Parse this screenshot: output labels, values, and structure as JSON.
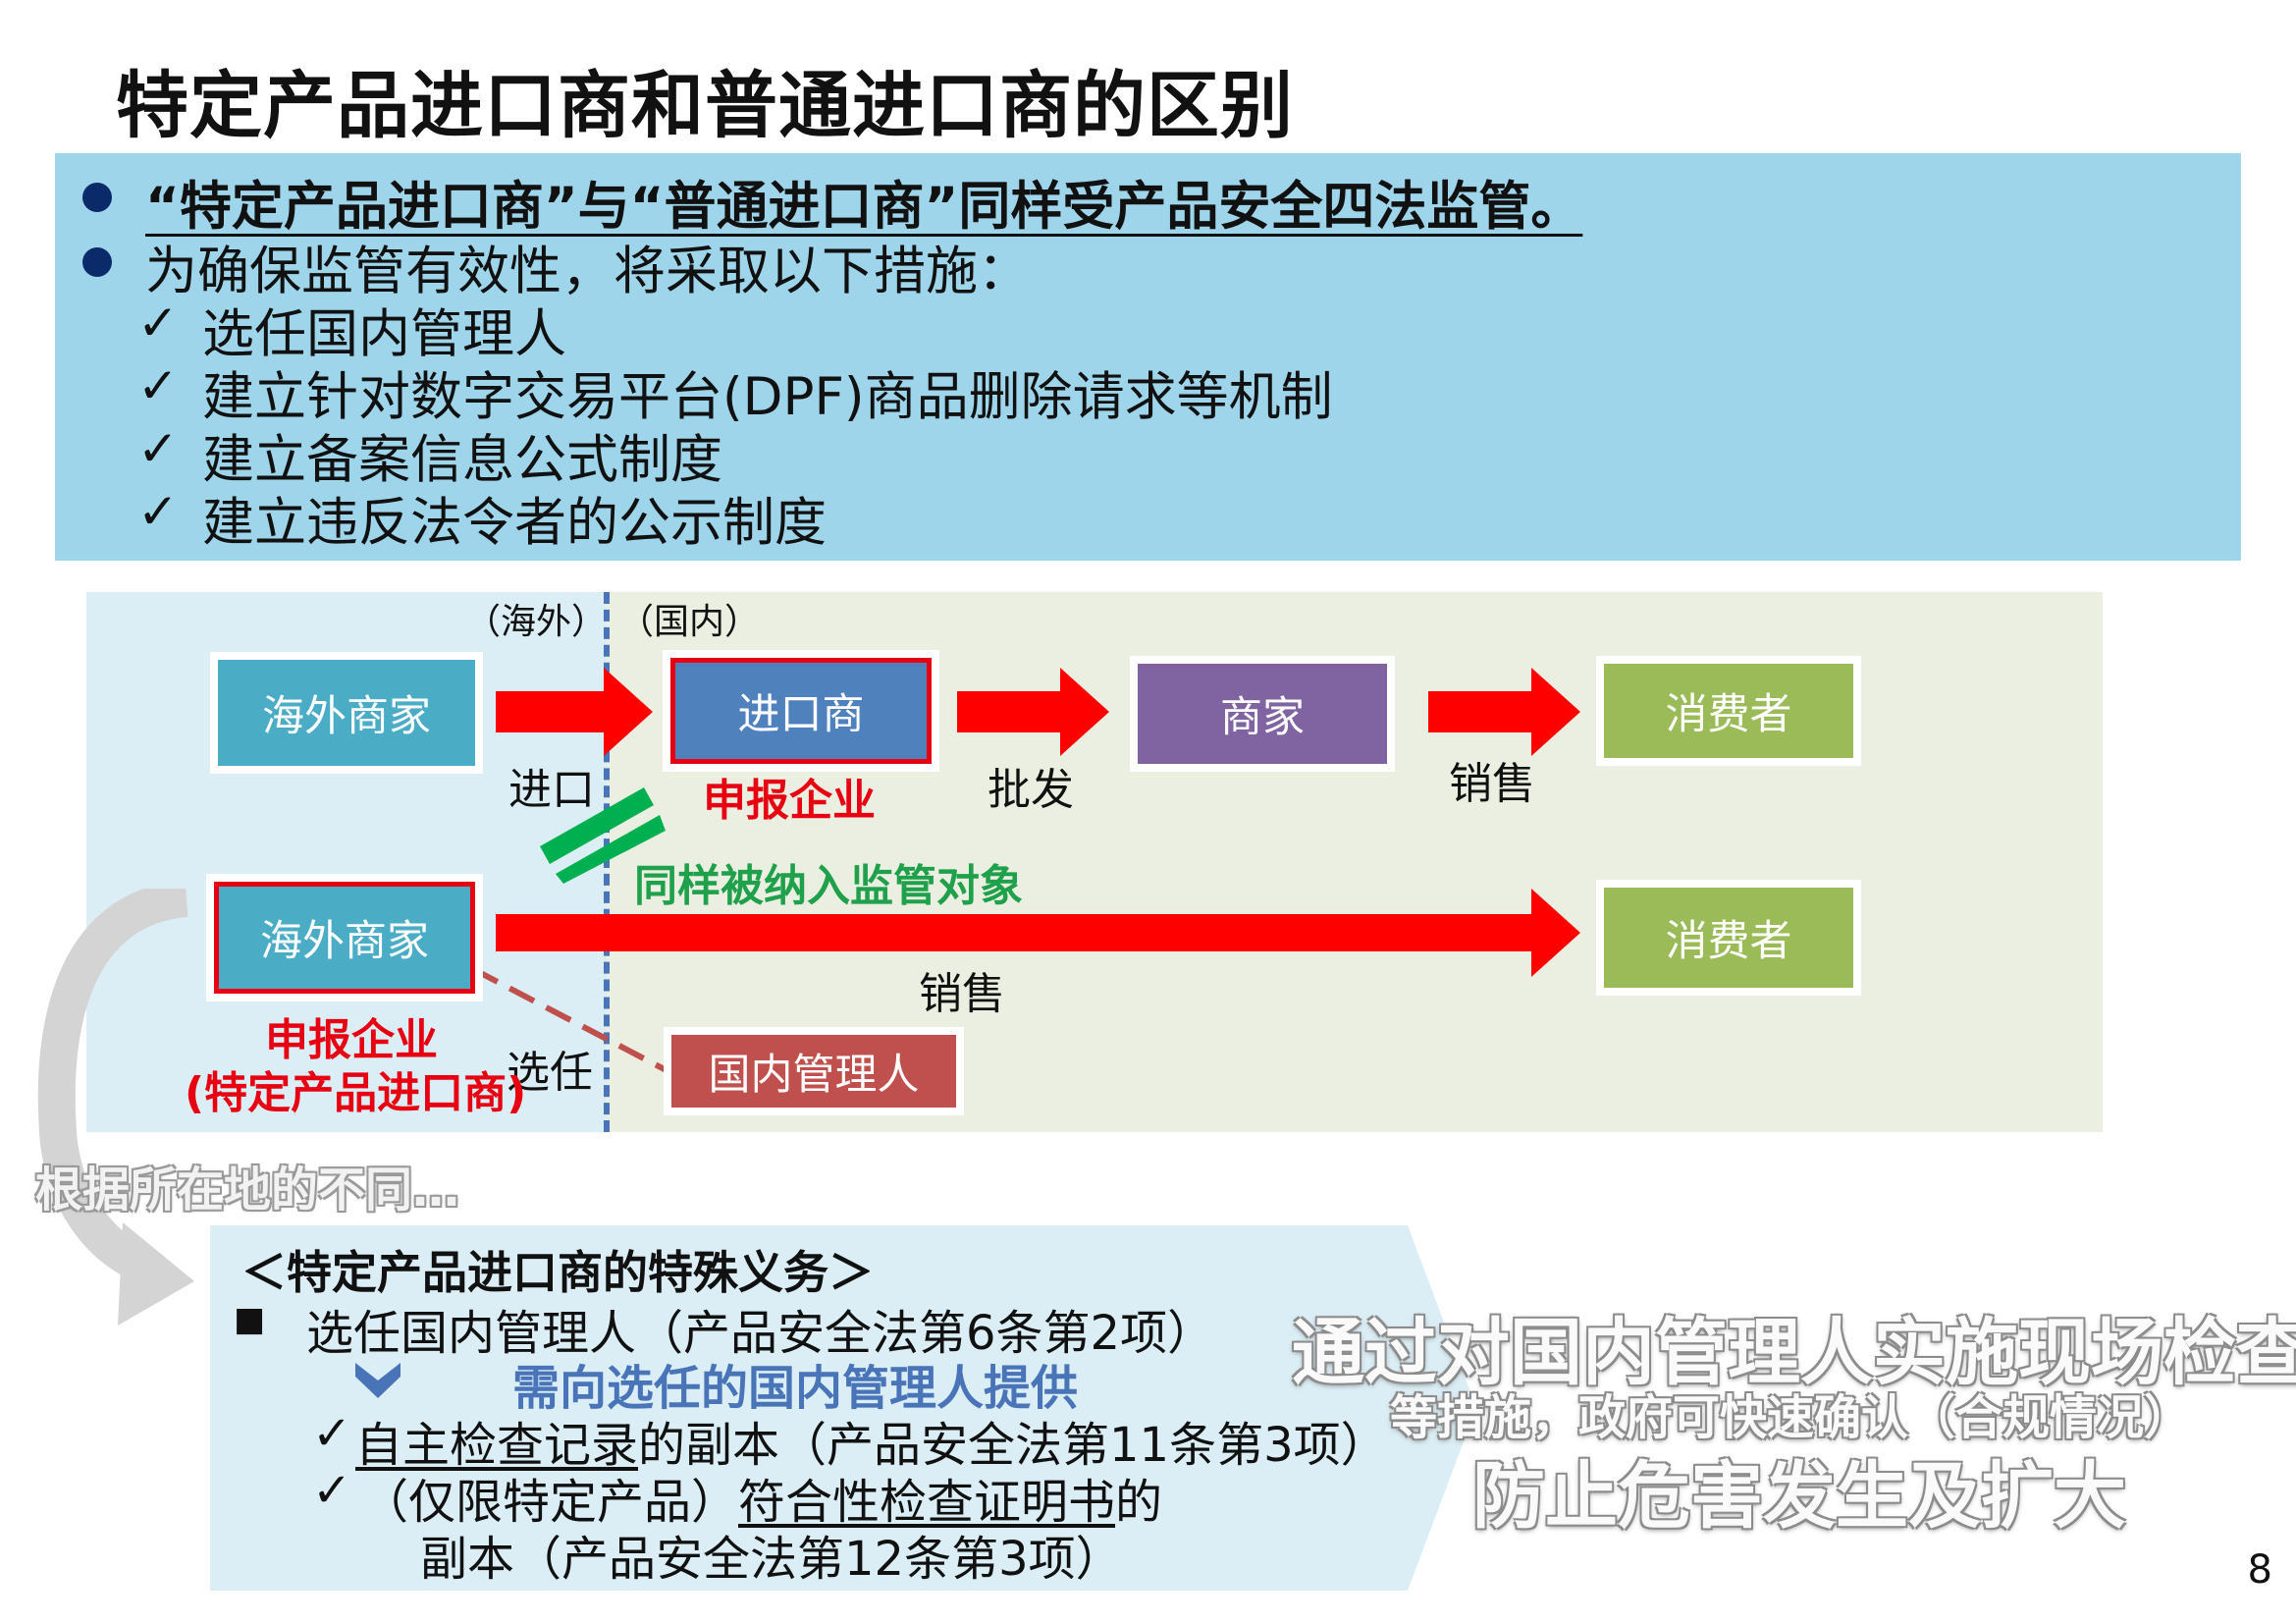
{
  "title": "特定产品进口商和普通进口商的区别",
  "info": {
    "bullet1": "“特定产品进口商”与“普通进口商”同样受产品安全四法监管。",
    "bullet2": "为确保监管有效性，将采取以下措施：",
    "check_mark": "✓",
    "measures": [
      "选任国内管理人",
      "建立针对数字交易平台(DPF)商品删除请求等机制",
      "建立备案信息公式制度",
      "建立违反法令者的公示制度"
    ]
  },
  "diagram": {
    "overseas_label": "（海外）",
    "domestic_label": "（国内）",
    "row1": {
      "overseas_merchant": "海外商家",
      "importer": "进口商",
      "merchant": "商家",
      "consumer": "消费者",
      "import_label": "进口",
      "wholesale_label": "批发",
      "sales_label": "销售",
      "declaring_company": "申报企业"
    },
    "equal_label": "同样被纳入监管对象",
    "row2": {
      "overseas_merchant": "海外商家",
      "consumer": "消费者",
      "sales_label": "销售",
      "appoint_label": "选任",
      "domestic_manager": "国内管理人",
      "declaring_company": "申报企业",
      "specific_importer": "(特定产品进口商)"
    },
    "location_note": "根据所在地的不同…",
    "colors": {
      "overseas_box": "#4bacc6",
      "importer_box": "#4f81bd",
      "merchant_box": "#8064a2",
      "consumer_box": "#9bbb59",
      "manager_box": "#c0504d",
      "arrow": "#ff0000",
      "equal_sign": "#00b050"
    }
  },
  "obligations": {
    "heading": "＜特定产品进口商的特殊义务＞",
    "item_marker": "■",
    "item": "选任国内管理人（产品安全法第6条第2项）",
    "arrow_icon": "chevron-down",
    "provide": "需向选任的国内管理人提供",
    "check_mark": "✓",
    "sub1_underlined": "自主检查记录",
    "sub1_rest": "的副本（产品安全法第11条第3项）",
    "sub2_prefix": "（仅限特定产品）",
    "sub2_underlined": "符合性检查证明书",
    "sub2_suffix": "的",
    "sub2_line2": "副本（产品安全法第12条第3项）"
  },
  "effect": {
    "line1": "通过对国内管理人实施现场检查",
    "line2": "等措施，政府可快速确认（合规情况）",
    "line3": "防止危害发生及扩大"
  },
  "page_number": "8"
}
